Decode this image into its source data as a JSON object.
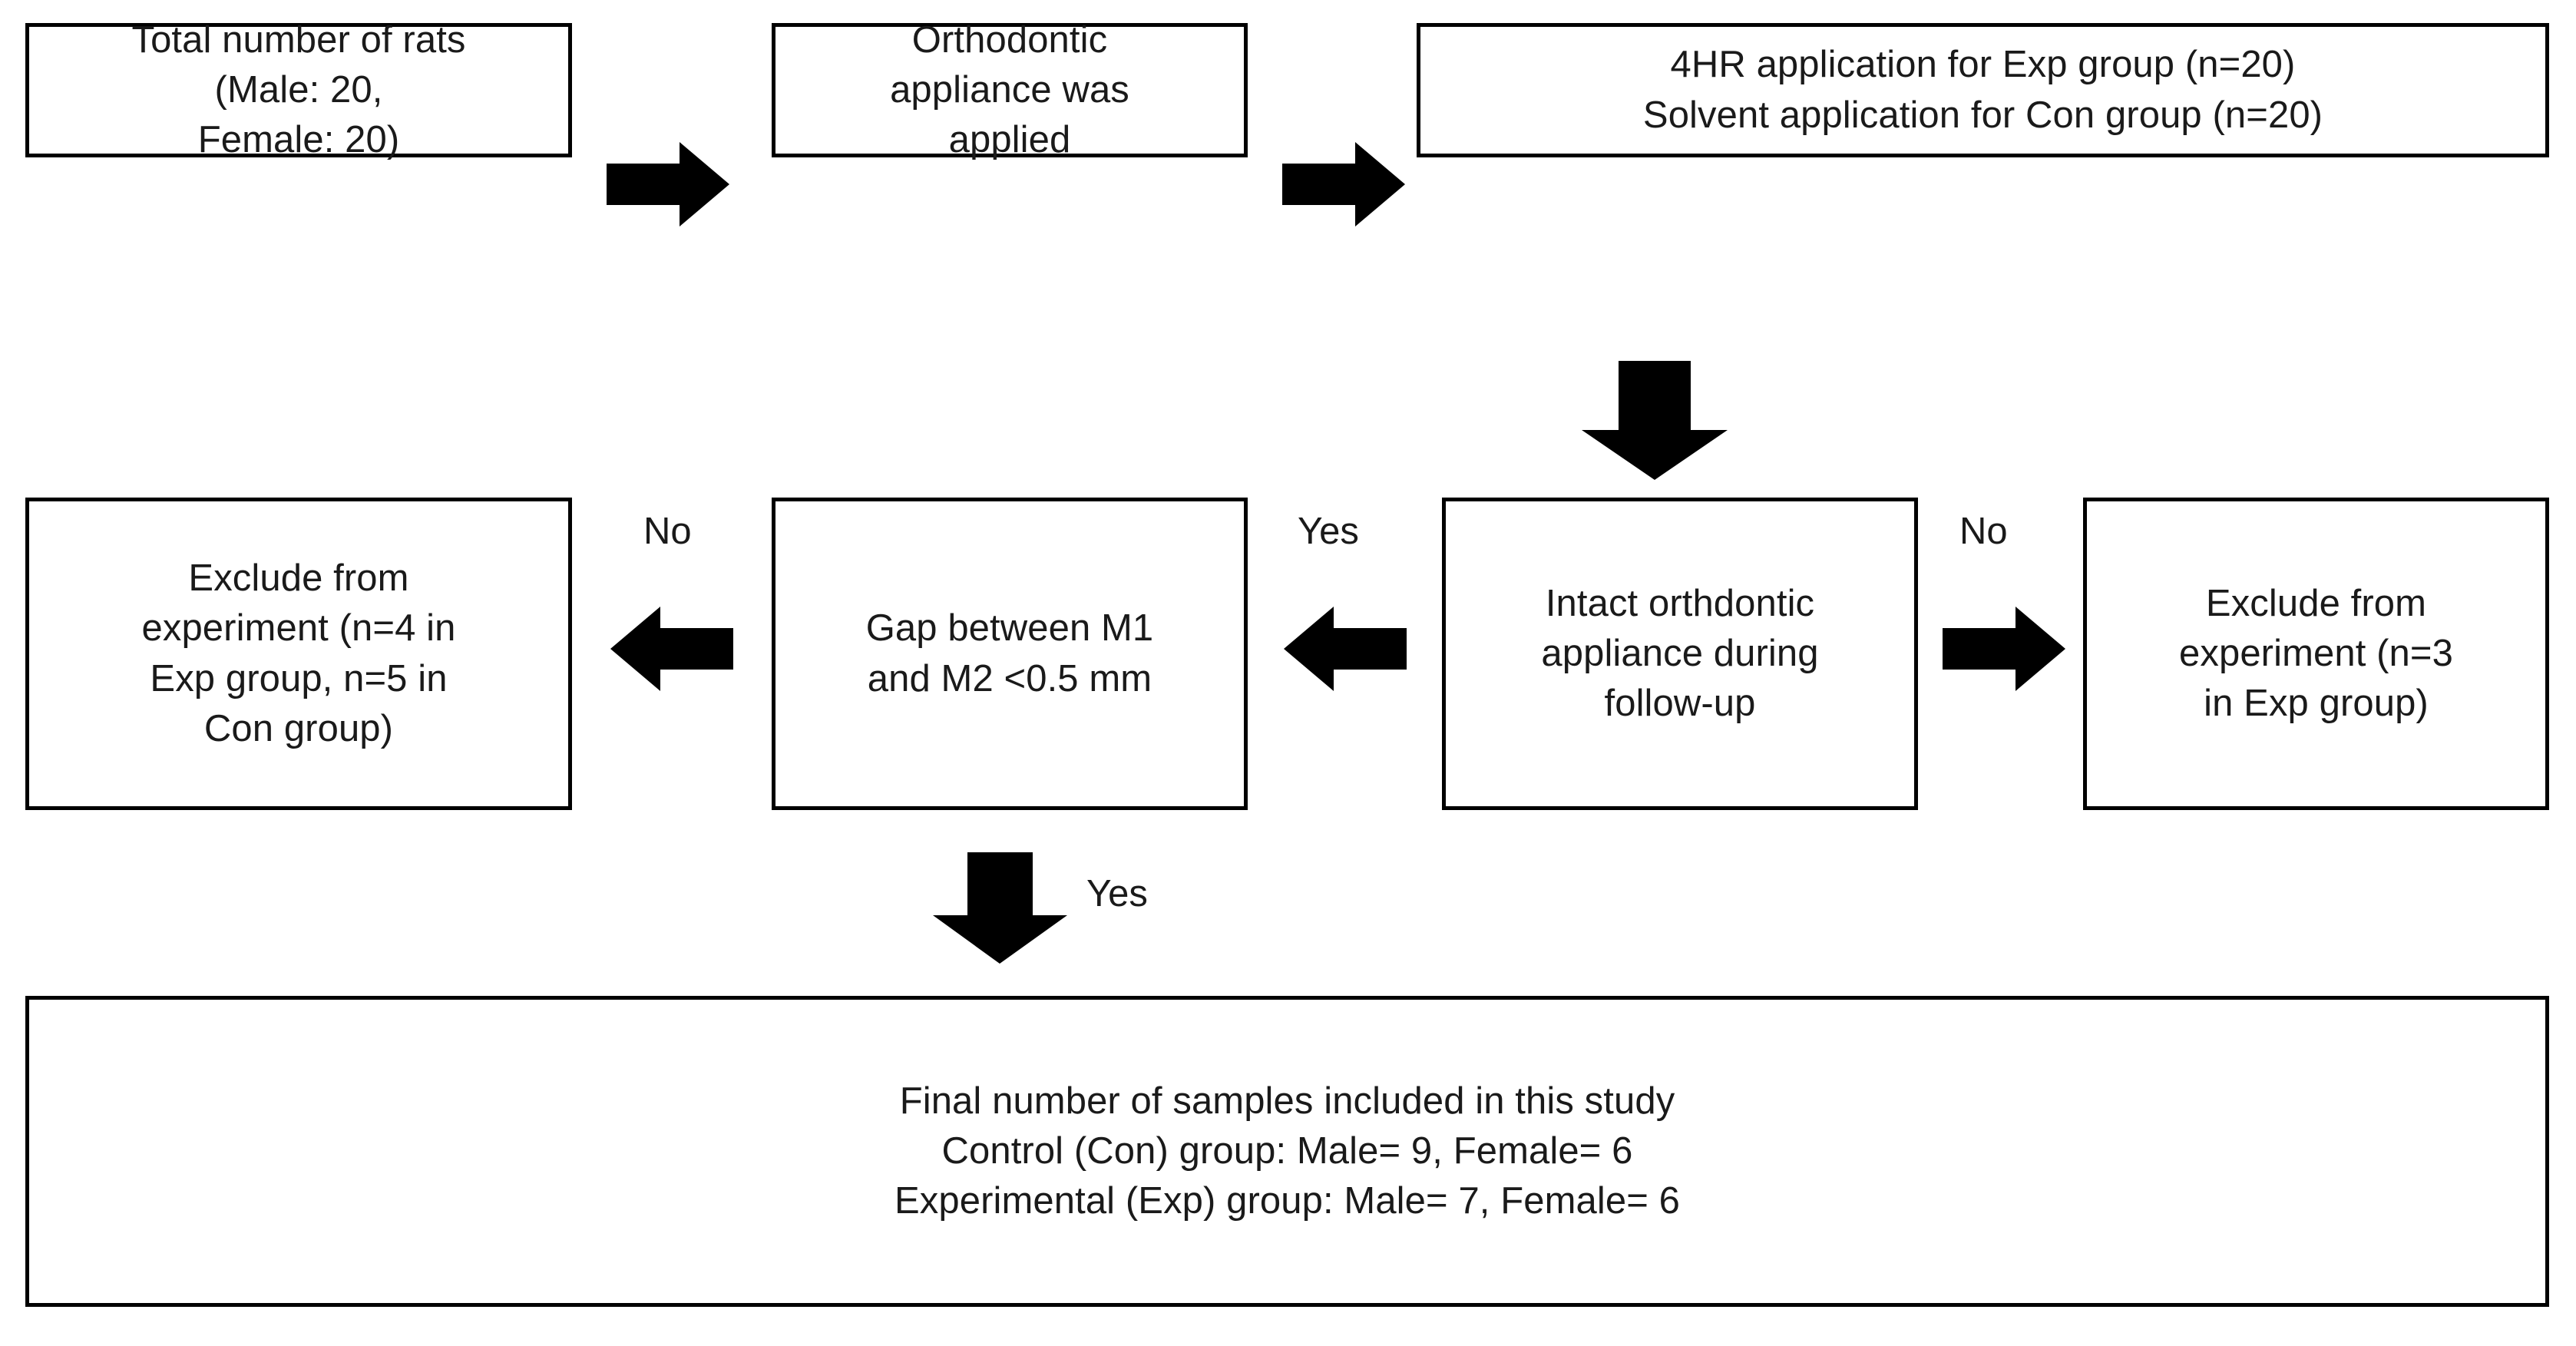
{
  "diagram": {
    "title": "Experimental flow chart of rat sample selection",
    "type": "flowchart",
    "stroke_color": "#000000",
    "text_color": "#1a1a1a",
    "background_color": "#ffffff"
  },
  "nodes": {
    "total_rats": {
      "id": "total-rats-box",
      "text": "Total number of rats\n(Male: 20,\nFemale: 20)"
    },
    "appliance_applied": {
      "id": "appliance-applied-box",
      "text": "Orthodontic\nappliance was\napplied"
    },
    "application": {
      "id": "application-box",
      "text": "4HR application for Exp group (n=20)\nSolvent application  for Con group (n=20)"
    },
    "exclude_left": {
      "id": "exclude-left-box",
      "text": "Exclude from\nexperiment (n=4 in\nExp group, n=5 in\nCon group)"
    },
    "gap_check": {
      "id": "gap-check-box",
      "text": "Gap between M1\nand M2  <0.5 mm"
    },
    "intact_check": {
      "id": "intact-check-box",
      "text": "Intact orthdontic\nappliance during\nfollow-up"
    },
    "exclude_right": {
      "id": "exclude-right-box",
      "text": "Exclude from\nexperiment (n=3\nin Exp group)"
    },
    "final_samples": {
      "id": "final-samples-box",
      "text": "Final number of samples included in this study\nControl (Con) group: Male= 9, Female= 6\nExperimental (Exp) group: Male= 7, Female= 6"
    }
  },
  "edge_labels": {
    "gap_no": "No",
    "gap_yes_in": "Yes",
    "intact_no": "No",
    "gap_yes_down": "Yes"
  },
  "arrows": [
    {
      "name": "arrow-total-to-appliance",
      "direction": "right"
    },
    {
      "name": "arrow-appliance-to-application",
      "direction": "right"
    },
    {
      "name": "arrow-application-to-intact",
      "direction": "down"
    },
    {
      "name": "arrow-intact-to-gap",
      "direction": "left"
    },
    {
      "name": "arrow-gap-to-exclude-left",
      "direction": "left"
    },
    {
      "name": "arrow-intact-to-exclude-right",
      "direction": "right"
    },
    {
      "name": "arrow-gap-to-final",
      "direction": "down"
    }
  ]
}
